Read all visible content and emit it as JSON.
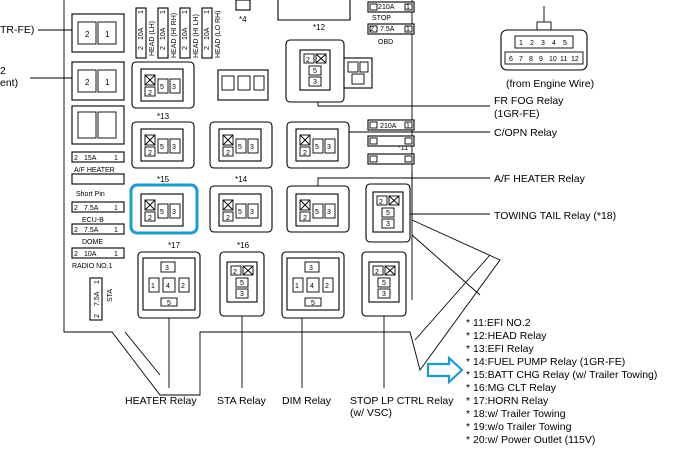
{
  "left_labels": {
    "trfe": "TR-FE)",
    "two": "2",
    "ent": "ent)"
  },
  "top_fuses": {
    "headlh_fuse": "10A",
    "headlh_label": "HEAD (LH)",
    "headhirh_fuse": "10A",
    "headhirh_label": "HEAD (HI RH)",
    "headhilh_fuse": "10A",
    "headhilh_label": "HEAD (HI LH)",
    "headlorh_fuse": "10A",
    "headlorh_label": "HEAD (LO RH)",
    "star4": "*4",
    "star12": "*12",
    "stop_label": "STOP",
    "stop_fuse": "10A",
    "obd_fuse": "7.5A",
    "obd_label": "OBD"
  },
  "connector": {
    "caption": "(from Engine Wire)",
    "row1": [
      "1",
      "2",
      "3",
      "4",
      "5"
    ],
    "row2": [
      "6",
      "7",
      "8",
      "9",
      "10",
      "11",
      "12"
    ]
  },
  "stars": {
    "s13": "*13",
    "s11": "*11",
    "s15": "*15",
    "s14": "*14",
    "s17": "*17",
    "s16": "*16"
  },
  "mid_fuses": {
    "c_fuse": "10A",
    "af_fuse": "15A",
    "af_label": "A/F HEATER",
    "short_pin": "Short Pin",
    "ecub_fuse": "7.5A",
    "ecub_label": "ECU-B",
    "dome_fuse": "7.5A",
    "dome_label": "DOME",
    "radio_fuse": "10A",
    "radio_label": "RADIO NO.1",
    "sta_fuse": "7.5A",
    "sta_label": "STA"
  },
  "callouts": {
    "frfog1": "FR FOG Relay",
    "frfog2": "(1GR-FE)",
    "copn": "C/OPN Relay",
    "afheater": "A/F HEATER Relay",
    "towing": "TOWING TAIL Relay (*18)"
  },
  "bottom_labels": {
    "heater": "HEATER Relay",
    "sta": "STA Relay",
    "dim": "DIM Relay",
    "stoplp1": "STOP LP CTRL Relay",
    "stoplp2": "(w/ VSC)"
  },
  "legend": [
    "* 11:EFI NO.2",
    "* 12:HEAD Relay",
    "* 13:EFI Relay",
    "* 14:FUEL PUMP Relay (1GR-FE)",
    "* 15:BATT CHG Relay (w/ Trailer Towing)",
    "* 16:MG CLT Relay",
    "* 17:HORN Relay",
    "* 18:w/ Trailer Towing",
    "* 19:w/o Trailer Towing",
    "* 20:w/ Power Outlet (115V)"
  ],
  "colors": {
    "highlight": "#1a9bd6"
  }
}
